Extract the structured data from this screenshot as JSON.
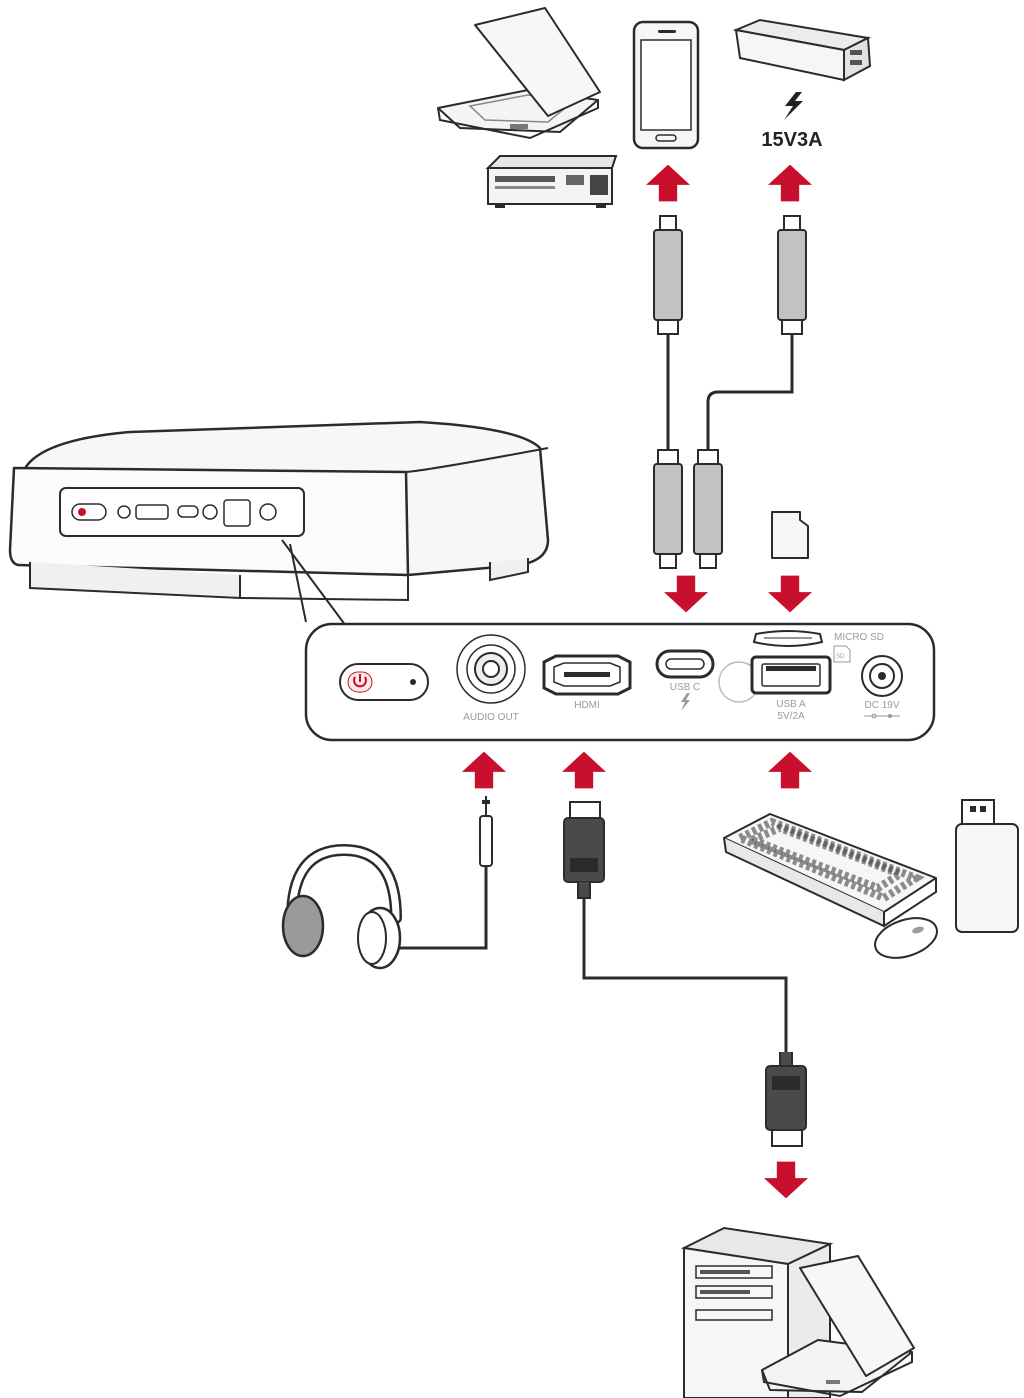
{
  "colors": {
    "arrow": "#c8102e",
    "outline": "#2b2b2b",
    "cable_grey": "#bdbdbd",
    "cable_dark": "#555555",
    "device_fill": "#f2f2f2"
  },
  "power_bank_rating": "15V3A",
  "ports": {
    "audio_out": "AUDIO OUT",
    "hdmi": "HDMI",
    "usb_c": "USB C",
    "usb_a_line1": "USB A",
    "usb_a_line2": "5V/2A",
    "micro_sd": "MICRO SD",
    "sd_badge": "SD",
    "dc_in": "DC 19V"
  },
  "icons": {
    "power": "power-icon",
    "lightning": "lightning-icon"
  }
}
